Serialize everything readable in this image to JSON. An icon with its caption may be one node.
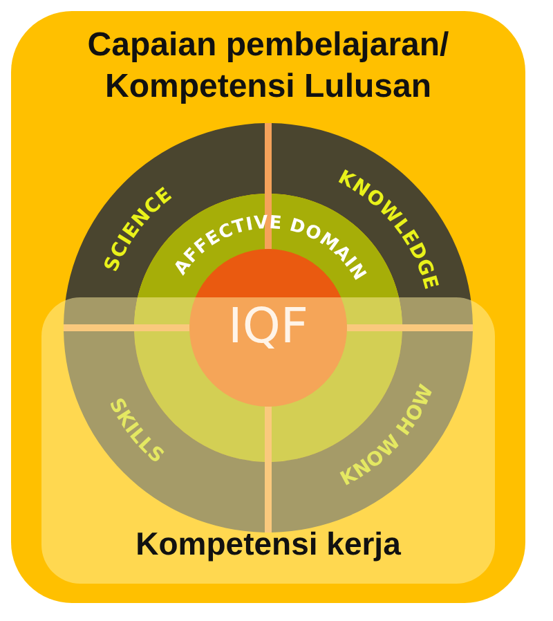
{
  "diagram": {
    "nodes": [
      {
        "text": [
          "Capaian pembelajaran/ Kompetensi Lulusan"
        ]
      },
      {
        "text": [
          "SCIENCE"
        ],
        "in": 0
      },
      {
        "text": [
          "KNOWLEDGE"
        ],
        "in": 0
      },
      {
        "text": [
          "AFFECTIVE DOMAIN"
        ],
        "in": 0
      },
      {
        "text": [
          "IQF"
        ],
        "in": 3
      },
      {
        "text": [
          "SKILLS"
        ],
        "in": 7
      },
      {
        "text": [
          "KNOW HOW"
        ],
        "in": 7
      },
      {
        "text": [
          "Kompetensi kerja"
        ],
        "in": 0
      }
    ]
  }
}
